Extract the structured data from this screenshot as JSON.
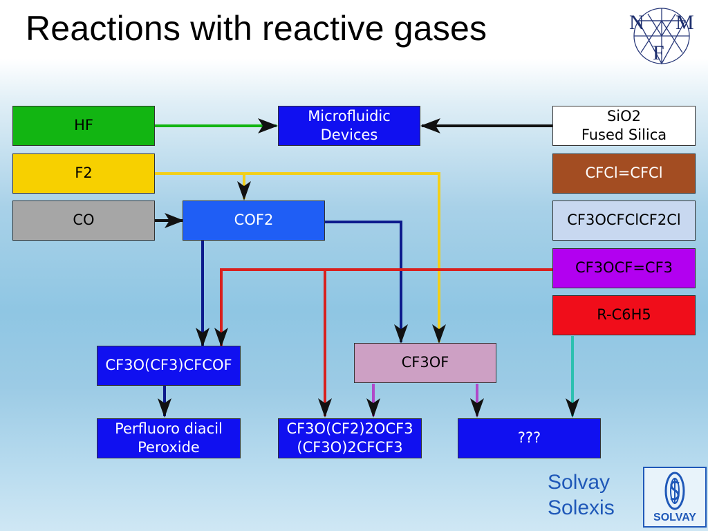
{
  "title": "Reactions with reactive gases",
  "logo": {
    "letters": [
      "N",
      "M",
      "F"
    ]
  },
  "nodes": {
    "hf": {
      "label": "HF",
      "color": "#12b512"
    },
    "f2": {
      "label": "F2",
      "color": "#f7d000"
    },
    "co": {
      "label": "CO",
      "color": "#a6a6a6"
    },
    "microfluidic": {
      "line1": "Microfluidic",
      "line2": "Devices",
      "color": "#1010f0"
    },
    "sio2": {
      "line1": "SiO2",
      "line2": "Fused Silica",
      "color": "#ffffff"
    },
    "cfcl": {
      "label": "CFCl=CFCl",
      "color": "#a34d22"
    },
    "cf3ocfclcf2cl": {
      "label": "CF3OCFClCF2Cl",
      "color": "#c8d8f0"
    },
    "cf3ocf_cf3": {
      "label": "CF3OCF=CF3",
      "color": "#b200f0"
    },
    "rc6h5": {
      "label": "R-C6H5",
      "color": "#f00d1a"
    },
    "cof2": {
      "label": "COF2",
      "color": "#1f5ef5"
    },
    "cf3o_cf3_cfcof": {
      "label": "CF3O(CF3)CFCOF",
      "color": "#1010f0"
    },
    "cf3of": {
      "label": "CF3OF",
      "color": "#cda0c4"
    },
    "peroxide": {
      "line1": "Perfluoro diacil",
      "line2": "Peroxide",
      "color": "#1010f0"
    },
    "cf3o_products": {
      "line1": "CF3O(CF2)2OCF3",
      "line2": "(CF3O)2CFCF3",
      "color": "#1010f0"
    },
    "unknown": {
      "label": "???",
      "color": "#1010f0"
    }
  },
  "edge_colors": {
    "hf": "#12b512",
    "f2": "#f2cf1a",
    "co": "#111111",
    "sio2": "#111111",
    "cof2": "#0c1a8c",
    "cf3ocf_cf3": "#d8201e",
    "cf3of": "#b048c8",
    "rc6h5": "#2cc0b0"
  },
  "footer": {
    "brand_line1": "Solvay",
    "brand_line2": "Solexis",
    "solvay_logo_text": "SOLVAY"
  }
}
